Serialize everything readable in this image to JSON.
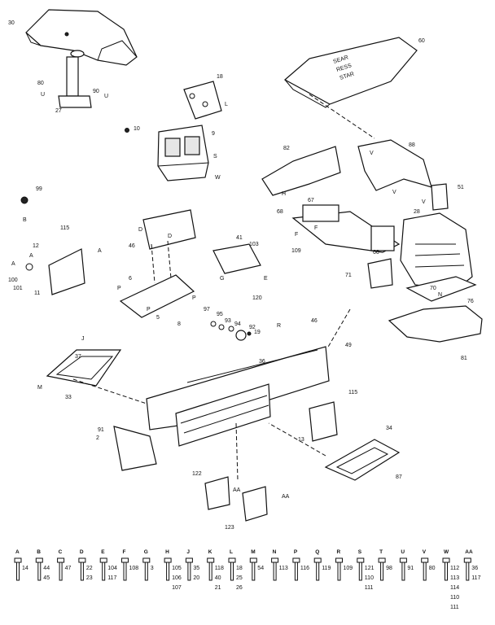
{
  "diagram": {
    "callouts": [
      {
        "id": "c30",
        "text": "30"
      },
      {
        "id": "c80",
        "text": "80"
      },
      {
        "id": "c90",
        "text": "90"
      },
      {
        "id": "c27",
        "text": "27"
      },
      {
        "id": "cU1",
        "text": "U"
      },
      {
        "id": "cU2",
        "text": "U"
      },
      {
        "id": "c18",
        "text": "18"
      },
      {
        "id": "cL1",
        "text": "L"
      },
      {
        "id": "c10",
        "text": "10"
      },
      {
        "id": "c9",
        "text": "9"
      },
      {
        "id": "cS1",
        "text": "S"
      },
      {
        "id": "cW1",
        "text": "W"
      },
      {
        "id": "c60",
        "text": "60"
      },
      {
        "id": "c82",
        "text": "82"
      },
      {
        "id": "cH1",
        "text": "H"
      },
      {
        "id": "c88",
        "text": "88"
      },
      {
        "id": "cV1",
        "text": "V"
      },
      {
        "id": "cV2",
        "text": "V"
      },
      {
        "id": "cV3",
        "text": "V"
      },
      {
        "id": "c51",
        "text": "51"
      },
      {
        "id": "c99",
        "text": "99"
      },
      {
        "id": "cB1",
        "text": "B"
      },
      {
        "id": "c115a",
        "text": "115"
      },
      {
        "id": "c12",
        "text": "12"
      },
      {
        "id": "cA1",
        "text": "A"
      },
      {
        "id": "cA2",
        "text": "A"
      },
      {
        "id": "cA3",
        "text": "A"
      },
      {
        "id": "c100",
        "text": "100"
      },
      {
        "id": "c101",
        "text": "101"
      },
      {
        "id": "c11",
        "text": "11"
      },
      {
        "id": "cD1",
        "text": "D"
      },
      {
        "id": "cD2",
        "text": "D"
      },
      {
        "id": "c46a",
        "text": "46"
      },
      {
        "id": "c41",
        "text": "41"
      },
      {
        "id": "c103",
        "text": "103"
      },
      {
        "id": "cG1",
        "text": "G"
      },
      {
        "id": "cE1",
        "text": "E"
      },
      {
        "id": "c120",
        "text": "120"
      },
      {
        "id": "c6",
        "text": "6"
      },
      {
        "id": "cP1",
        "text": "P"
      },
      {
        "id": "cP2",
        "text": "P"
      },
      {
        "id": "cP3",
        "text": "P"
      },
      {
        "id": "c67",
        "text": "67"
      },
      {
        "id": "c68",
        "text": "68"
      },
      {
        "id": "cF1",
        "text": "F"
      },
      {
        "id": "cF2",
        "text": "F"
      },
      {
        "id": "c66",
        "text": "66"
      },
      {
        "id": "c28",
        "text": "28"
      },
      {
        "id": "c109",
        "text": "109"
      },
      {
        "id": "c71",
        "text": "71"
      },
      {
        "id": "c70",
        "text": "70"
      },
      {
        "id": "c76",
        "text": "76"
      },
      {
        "id": "cN1",
        "text": "N"
      },
      {
        "id": "c97",
        "text": "97"
      },
      {
        "id": "c95",
        "text": "95"
      },
      {
        "id": "c93",
        "text": "93"
      },
      {
        "id": "c94",
        "text": "94"
      },
      {
        "id": "c92",
        "text": "92"
      },
      {
        "id": "c19",
        "text": "19"
      },
      {
        "id": "c46b",
        "text": "46"
      },
      {
        "id": "cR1",
        "text": "R"
      },
      {
        "id": "c49",
        "text": "49"
      },
      {
        "id": "c81",
        "text": "81"
      },
      {
        "id": "c37",
        "text": "37"
      },
      {
        "id": "cJ1",
        "text": "J"
      },
      {
        "id": "cM1",
        "text": "M"
      },
      {
        "id": "c33",
        "text": "33"
      },
      {
        "id": "c36",
        "text": "36"
      },
      {
        "id": "c115b",
        "text": "115"
      },
      {
        "id": "c13",
        "text": "13"
      },
      {
        "id": "c91",
        "text": "91"
      },
      {
        "id": "c2",
        "text": "2"
      },
      {
        "id": "c34",
        "text": "34"
      },
      {
        "id": "c87",
        "text": "87"
      },
      {
        "id": "c122",
        "text": "122"
      },
      {
        "id": "cAA1",
        "text": "AA"
      },
      {
        "id": "cAA2",
        "text": "AA"
      },
      {
        "id": "c123",
        "text": "123"
      },
      {
        "id": "c8",
        "text": "8"
      },
      {
        "id": "c5",
        "text": "5"
      }
    ],
    "hardware_row": [
      {
        "letter": "A",
        "parts": [
          "14"
        ]
      },
      {
        "letter": "B",
        "parts": [
          "44",
          "45"
        ]
      },
      {
        "letter": "C",
        "parts": [
          "47"
        ]
      },
      {
        "letter": "D",
        "parts": [
          "22",
          "23"
        ]
      },
      {
        "letter": "E",
        "parts": [
          "104",
          "117"
        ]
      },
      {
        "letter": "F",
        "parts": [
          "108"
        ]
      },
      {
        "letter": "G",
        "parts": [
          "3"
        ]
      },
      {
        "letter": "H",
        "parts": [
          "105",
          "106",
          "107"
        ]
      },
      {
        "letter": "J",
        "parts": [
          "35",
          "20"
        ]
      },
      {
        "letter": "K",
        "parts": [
          "118",
          "40",
          "21"
        ]
      },
      {
        "letter": "L",
        "parts": [
          "18",
          "25",
          "26"
        ]
      },
      {
        "letter": "M",
        "parts": [
          "54"
        ]
      },
      {
        "letter": "N",
        "parts": [
          "113"
        ]
      },
      {
        "letter": "P",
        "parts": [
          "116"
        ]
      },
      {
        "letter": "Q",
        "parts": [
          "119"
        ]
      },
      {
        "letter": "R",
        "parts": [
          "109"
        ]
      },
      {
        "letter": "S",
        "parts": [
          "121",
          "110",
          "111"
        ]
      },
      {
        "letter": "T",
        "parts": [
          "98"
        ]
      },
      {
        "letter": "U",
        "parts": [
          "91"
        ]
      },
      {
        "letter": "V",
        "parts": [
          "80"
        ]
      },
      {
        "letter": "W",
        "parts": [
          "112",
          "113",
          "114",
          "110",
          "111"
        ]
      },
      {
        "letter": "AA",
        "parts": [
          "36",
          "117"
        ]
      }
    ],
    "seat_text": [
      "SEAR",
      "RESS",
      "STAR"
    ]
  }
}
